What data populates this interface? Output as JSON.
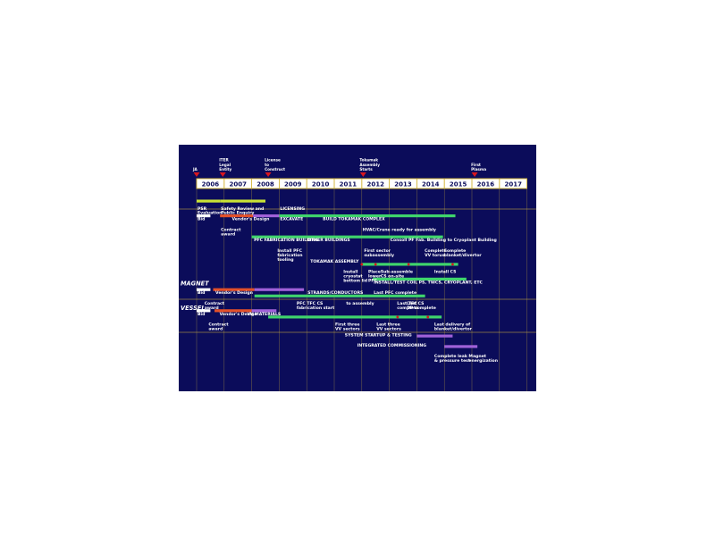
{
  "years": [
    "2006",
    "2007",
    "2008",
    "2009",
    "2010",
    "2011",
    "2012",
    "2013",
    "2014",
    "2015",
    "2016",
    "2017"
  ],
  "milestones": [
    {
      "lines": [
        "JA"
      ],
      "year": 2006.0
    },
    {
      "lines": [
        "ITER",
        "Legal",
        "Entity"
      ],
      "year": 2006.95
    },
    {
      "lines": [
        "License",
        "to",
        "Construct"
      ],
      "year": 2008.6
    },
    {
      "lines": [
        "Tokamak",
        "Assembly",
        "Starts"
      ],
      "year": 2012.05
    },
    {
      "lines": [
        "First",
        "Plasma"
      ],
      "year": 2016.1
    }
  ],
  "sections": {
    "magnet": "MAGNET",
    "vessel": "VESSEL"
  },
  "labels": [
    {
      "id": "psr",
      "lines": [
        "PSR",
        "Evaluation"
      ],
      "year": 2006.0,
      "row": 1
    },
    {
      "id": "safety",
      "lines": [
        "Safety Review and",
        "Public Enquiry"
      ],
      "year": 2006.85,
      "row": 1
    },
    {
      "id": "licensing",
      "lines": [
        "LICENSING"
      ],
      "year": 2009.0,
      "row": 1
    },
    {
      "id": "bid1",
      "lines": [
        "Bid"
      ],
      "year": 2006.0,
      "row": 2
    },
    {
      "id": "vdesign1",
      "lines": [
        "Vendor's Design"
      ],
      "year": 2007.25,
      "row": 2
    },
    {
      "id": "excavate",
      "lines": [
        "EXCAVATE"
      ],
      "year": 2009.0,
      "row": 2
    },
    {
      "id": "build",
      "lines": [
        "BUILD TOKAMAK COMPLEX"
      ],
      "year": 2010.55,
      "row": 2
    },
    {
      "id": "contract1",
      "lines": [
        "Contract",
        "award"
      ],
      "year": 2006.85,
      "row": 3
    },
    {
      "id": "hvac",
      "lines": [
        "HVAC/Crane ready  for assembly"
      ],
      "year": 2012.0,
      "row": 3
    },
    {
      "id": "pfc",
      "lines": [
        "PFC FABRICATION BUILDING"
      ],
      "year": 2008.05,
      "row": 4
    },
    {
      "id": "other",
      "lines": [
        "OTHER BUILDINGS"
      ],
      "year": 2010.0,
      "row": 4
    },
    {
      "id": "cons",
      "lines": [
        "Consoll  PF Fab. Building to Cryoplant Building"
      ],
      "year": 2013.0,
      "row": 4
    },
    {
      "id": "install_pfc",
      "lines": [
        "Install PFC",
        "fabrication",
        "tooling"
      ],
      "year": 2008.9,
      "row": 5
    },
    {
      "id": "first_sector",
      "lines": [
        "First sector",
        "subassembly"
      ],
      "year": 2012.05,
      "row": 5
    },
    {
      "id": "complete_vv",
      "lines": [
        "Complete",
        "VV torus"
      ],
      "year": 2014.25,
      "row": 5
    },
    {
      "id": "complete_bd",
      "lines": [
        "Complete",
        "blanket/divertor"
      ],
      "year": 2014.95,
      "row": 5
    },
    {
      "id": "tok_assembly",
      "lines": [
        "TOKAMAK ASSEMBLY"
      ],
      "year": 2010.1,
      "row": 6
    },
    {
      "id": "install_cryo",
      "lines": [
        "Install",
        "cryostat",
        "bottom lid"
      ],
      "year": 2011.3,
      "row": 7
    },
    {
      "id": "place_lower",
      "lines": [
        "Place",
        "lower",
        "PFC"
      ],
      "year": 2012.2,
      "row": 7
    },
    {
      "id": "sub_cs",
      "lines": [
        "Sub-assemble",
        "CS on-site"
      ],
      "year": 2012.65,
      "row": 7
    },
    {
      "id": "install_cs",
      "lines": [
        "Install CS"
      ],
      "year": 2014.6,
      "row": 7
    },
    {
      "id": "install_test",
      "lines": [
        "INSTALL/TEST COIL PS, TWCS, CRYOPLANT, ETC"
      ],
      "year": 2012.4,
      "row": 8
    },
    {
      "id": "bid2",
      "lines": [
        "Bid"
      ],
      "year": 2006.0,
      "row": 9
    },
    {
      "id": "vdesign2",
      "lines": [
        "Vendor's Design"
      ],
      "year": 2006.65,
      "row": 9
    },
    {
      "id": "strands",
      "lines": [
        "STRANDS/CONDUCTORS"
      ],
      "year": 2010.0,
      "row": 9
    },
    {
      "id": "last_pfc",
      "lines": [
        "Last PFC complete"
      ],
      "year": 2012.4,
      "row": 9
    },
    {
      "id": "contract2",
      "lines": [
        "Contract",
        "award"
      ],
      "year": 2006.25,
      "row": 10
    },
    {
      "id": "pfc_tfc_cs",
      "lines": [
        "PFC  TFC  CS",
        "fabrication start"
      ],
      "year": 2009.6,
      "row": 10
    },
    {
      "id": "to_assembly",
      "lines": [
        "to assembly"
      ],
      "year": 2011.4,
      "row": 10
    },
    {
      "id": "last_tfc",
      "lines": [
        "Last TFC",
        "complete"
      ],
      "year": 2013.25,
      "row": 10
    },
    {
      "id": "last_cs",
      "lines": [
        "Last CS",
        "DP complete"
      ],
      "year": 2013.6,
      "row": 10
    },
    {
      "id": "bid3",
      "lines": [
        "Bid"
      ],
      "year": 2006.0,
      "row": 11
    },
    {
      "id": "vdesign3",
      "lines": [
        "Vendor's Design"
      ],
      "year": 2006.8,
      "row": 11
    },
    {
      "id": "vv_mat",
      "lines": [
        "VV MATERIALS"
      ],
      "year": 2007.8,
      "row": 11
    },
    {
      "id": "contract3",
      "lines": [
        "Contract",
        "award"
      ],
      "year": 2006.4,
      "row": 12
    },
    {
      "id": "first_three",
      "lines": [
        "First three",
        "VV sectors"
      ],
      "year": 2011.0,
      "row": 12
    },
    {
      "id": "last_three",
      "lines": [
        "Last three",
        "VV sectors"
      ],
      "year": 2012.5,
      "row": 12
    },
    {
      "id": "last_delivery",
      "lines": [
        "Last delivery of",
        "blanket/divertor"
      ],
      "year": 2014.6,
      "row": 12
    },
    {
      "id": "startup",
      "lines": [
        "SYSTEM STARTUP & TESTING"
      ],
      "year": 2011.35,
      "row": 13
    },
    {
      "id": "commissioning",
      "lines": [
        "INTEGRATED COMMISSIONING"
      ],
      "year": 2011.8,
      "row": 14
    },
    {
      "id": "complete_leak",
      "lines": [
        "Complete leak",
        "& pressure test"
      ],
      "year": 2014.6,
      "row": 15
    },
    {
      "id": "magnet_energ",
      "lines": [
        "Magnet",
        "energization"
      ],
      "year": 2015.85,
      "row": 15
    }
  ],
  "bars": [
    {
      "row": 0.6,
      "start": 2006.0,
      "end": 2006.85,
      "color": "#c9e236"
    },
    {
      "row": 0.6,
      "start": 2006.85,
      "end": 2008.5,
      "color": "#c9e236"
    },
    {
      "row": 2.0,
      "start": 2006.0,
      "end": 2006.5,
      "color": "#ffffff"
    },
    {
      "row": 2.0,
      "start": 2006.85,
      "end": 2008.05,
      "color": "#e2502a"
    },
    {
      "row": 2.0,
      "start": 2008.05,
      "end": 2009.0,
      "color": "#a061d8"
    },
    {
      "row": 2.0,
      "start": 2009.0,
      "end": 2015.4,
      "color": "#3fd46c"
    },
    {
      "row": 4.0,
      "start": 2008.0,
      "end": 2010.0,
      "color": "#3fd46c"
    },
    {
      "row": 4.0,
      "start": 2010.0,
      "end": 2014.95,
      "color": "#3fd46c"
    },
    {
      "row": 6.6,
      "start": 2012.0,
      "end": 2015.5,
      "color": "#3fd46c"
    },
    {
      "row": 8.0,
      "start": 2012.4,
      "end": 2015.8,
      "color": "#3fd46c"
    },
    {
      "row": 9.0,
      "start": 2006.0,
      "end": 2006.5,
      "color": "#ffffff"
    },
    {
      "row": 9.0,
      "start": 2006.6,
      "end": 2008.1,
      "color": "#e2502a"
    },
    {
      "row": 9.0,
      "start": 2008.1,
      "end": 2009.9,
      "color": "#a061d8"
    },
    {
      "row": 9.6,
      "start": 2008.1,
      "end": 2014.3,
      "color": "#3fd46c"
    },
    {
      "row": 11.0,
      "start": 2006.0,
      "end": 2006.5,
      "color": "#ffffff"
    },
    {
      "row": 11.0,
      "start": 2006.65,
      "end": 2008.0,
      "color": "#e2502a"
    },
    {
      "row": 11.0,
      "start": 2008.0,
      "end": 2008.9,
      "color": "#a061d8"
    },
    {
      "row": 11.6,
      "start": 2008.6,
      "end": 2014.9,
      "color": "#3fd46c"
    },
    {
      "row": 13.4,
      "start": 2014.0,
      "end": 2015.3,
      "color": "#a061d8"
    },
    {
      "row": 14.4,
      "start": 2015.0,
      "end": 2016.2,
      "color": "#a061d8"
    }
  ],
  "markers": [
    {
      "year": 2015.3,
      "row": 6.6
    },
    {
      "year": 2012.0,
      "row": 6.6
    },
    {
      "year": 2012.5,
      "row": 6.6
    },
    {
      "year": 2013.7,
      "row": 6.6
    },
    {
      "year": 2014.4,
      "row": 11.6
    },
    {
      "year": 2013.3,
      "row": 11.6
    }
  ],
  "colors": {
    "background": "#0b0c5a",
    "grid": "#d4b63a",
    "milestone": "#d8161e"
  }
}
